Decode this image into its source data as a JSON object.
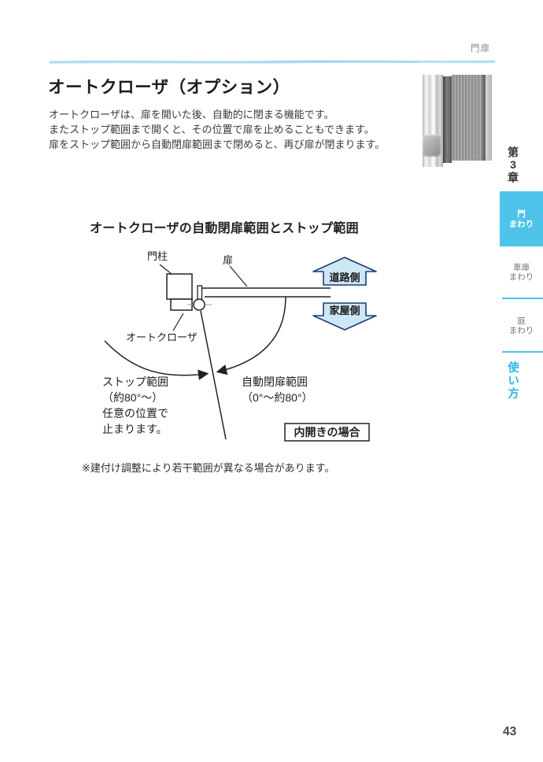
{
  "header": {
    "section_label": "門扉"
  },
  "article": {
    "title": "オートクローザ（オプション）",
    "body_lines": [
      "オートクローザは、扉を開いた後、自動的に閉まる機能です。",
      "またストップ範囲まで開くと、その位置で扉を止めることもできます。",
      "扉をストップ範囲から自動閉扉範囲まで閉めると、再び扉が閉まります。"
    ]
  },
  "sidebar": {
    "chapter": "第3章",
    "tabs": [
      {
        "line1": "門",
        "line2": "まわり",
        "active": true
      },
      {
        "line1": "車庫",
        "line2": "まわり",
        "active": false
      },
      {
        "line1": "庭",
        "line2": "まわり",
        "active": false
      }
    ],
    "usage_label": "使い方"
  },
  "diagram": {
    "heading": "オートクローザの自動閉扉範囲とストップ範囲",
    "labels": {
      "post": "門柱",
      "door": "扉",
      "road_side": "道路側",
      "house_side": "家屋側",
      "auto_closer": "オートクローザ",
      "stop_range_lines": [
        "ストップ範囲",
        "（約80°～）",
        "任意の位置で",
        "止まります。"
      ],
      "auto_close_range_lines": [
        "自動閉扉範囲",
        "（0°～約80°）"
      ],
      "case_label": "内開きの場合"
    },
    "note": "※建付け調整により若干範囲が異なる場合があります。"
  },
  "footer": {
    "page_number": "43"
  },
  "colors": {
    "accent_cyan": "#4EC3EA",
    "cyan_text": "#29B7E4",
    "arrow_fill": "#CEE7F5",
    "arrow_stroke": "#1C3D6F",
    "brush_blue": "#A6D9EE"
  }
}
